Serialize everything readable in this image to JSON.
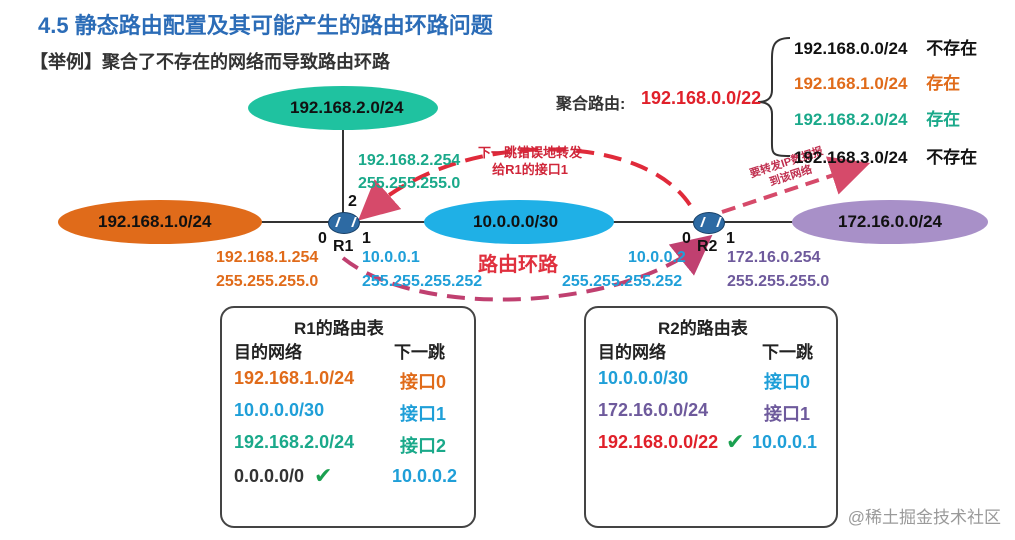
{
  "title": "4.5  静态路由配置及其可能产生的路由环路问题",
  "subtitle": "【举例】聚合了不存在的网络而导致路由环路",
  "networks": {
    "top": "192.168.2.0/24",
    "left": "192.168.1.0/24",
    "middle": "10.0.0.0/30",
    "right": "172.16.0.0/24"
  },
  "routers": {
    "r1": "R1",
    "r2": "R2"
  },
  "ports": {
    "r1_p0": "0",
    "r1_p1": "1",
    "r1_p2": "2",
    "r2_p0": "0",
    "r2_p1": "1"
  },
  "interfaces": {
    "r1_top_ip": "192.168.2.254",
    "r1_top_mask": "255.255.255.0",
    "r1_left_ip": "192.168.1.254",
    "r1_left_mask": "255.255.255.0",
    "r1_mid_ip": "10.0.0.1",
    "r1_mid_mask": "255.255.255.252",
    "r2_mid_ip": "10.0.0.2",
    "r2_mid_mask": "255.255.255.252",
    "r2_right_ip": "172.16.0.254",
    "r2_right_mask": "255.255.255.0"
  },
  "annotations": {
    "wrong_forward_line1": "下一跳错误地转发",
    "wrong_forward_line2": "给R1的接口1",
    "routing_loop": "路由环路",
    "forward_line1": "要转发IP数据报",
    "forward_line2": "到该网络"
  },
  "aggregate": {
    "label": "聚合路由:",
    "route": "192.168.0.0/22",
    "items": [
      {
        "net": "192.168.0.0/24",
        "status": "不存在"
      },
      {
        "net": "192.168.1.0/24",
        "status": "存在"
      },
      {
        "net": "192.168.2.0/24",
        "status": "存在"
      },
      {
        "net": "192.168.3.0/24",
        "status": "不存在"
      }
    ]
  },
  "r1_table": {
    "title": "R1的路由表",
    "col_dest": "目的网络",
    "col_next": "下一跳",
    "rows": [
      {
        "dest": "192.168.1.0/24",
        "next": "接口0"
      },
      {
        "dest": "10.0.0.0/30",
        "next": "接口1"
      },
      {
        "dest": "192.168.2.0/24",
        "next": "接口2"
      },
      {
        "dest": "0.0.0.0/0",
        "next": "10.0.0.2"
      }
    ]
  },
  "r2_table": {
    "title": "R2的路由表",
    "col_dest": "目的网络",
    "col_next": "下一跳",
    "rows": [
      {
        "dest": "10.0.0.0/30",
        "next": "接口0"
      },
      {
        "dest": "172.16.0.0/24",
        "next": "接口1"
      },
      {
        "dest": "192.168.0.0/22",
        "next": "10.0.0.1"
      }
    ]
  },
  "watermark": "@稀土掘金技术社区",
  "colors": {
    "title": "#2b6cb7",
    "orange": "#e06b1a",
    "teal": "#1aa98a",
    "blue": "#1f9fd8",
    "purple": "#6e5a9c",
    "red": "#e0202a",
    "arrow": "#d64a6a"
  }
}
